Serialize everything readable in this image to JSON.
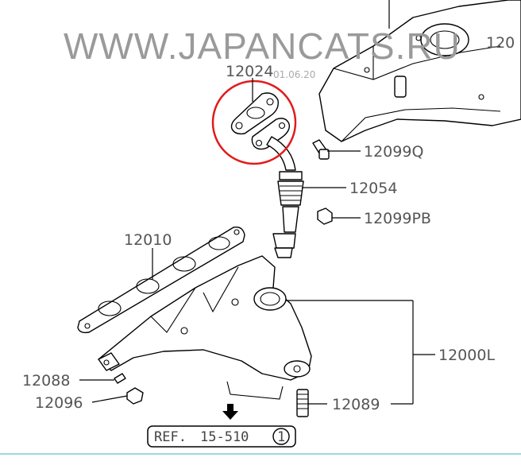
{
  "watermark": {
    "text": "WWW.JAPANCATS.RU",
    "date_stamp": "01.06.20"
  },
  "part_labels": {
    "p12024": "12024",
    "p12099Q": "12099Q",
    "p12054": "12054",
    "p12099PB": "12099PB",
    "p12010": "12010",
    "p12000L": "12000L",
    "p12088": "12088",
    "p12096": "12096",
    "p12089": "12089",
    "p120_cut": "120"
  },
  "reference": {
    "prefix": "REF.",
    "number": "15-510",
    "circle_num": "1"
  },
  "colors": {
    "highlight": "#e11c1c",
    "watermark": "#9a9a9a",
    "labels": "#555555",
    "bottom_rule": "#9fd8dc"
  }
}
